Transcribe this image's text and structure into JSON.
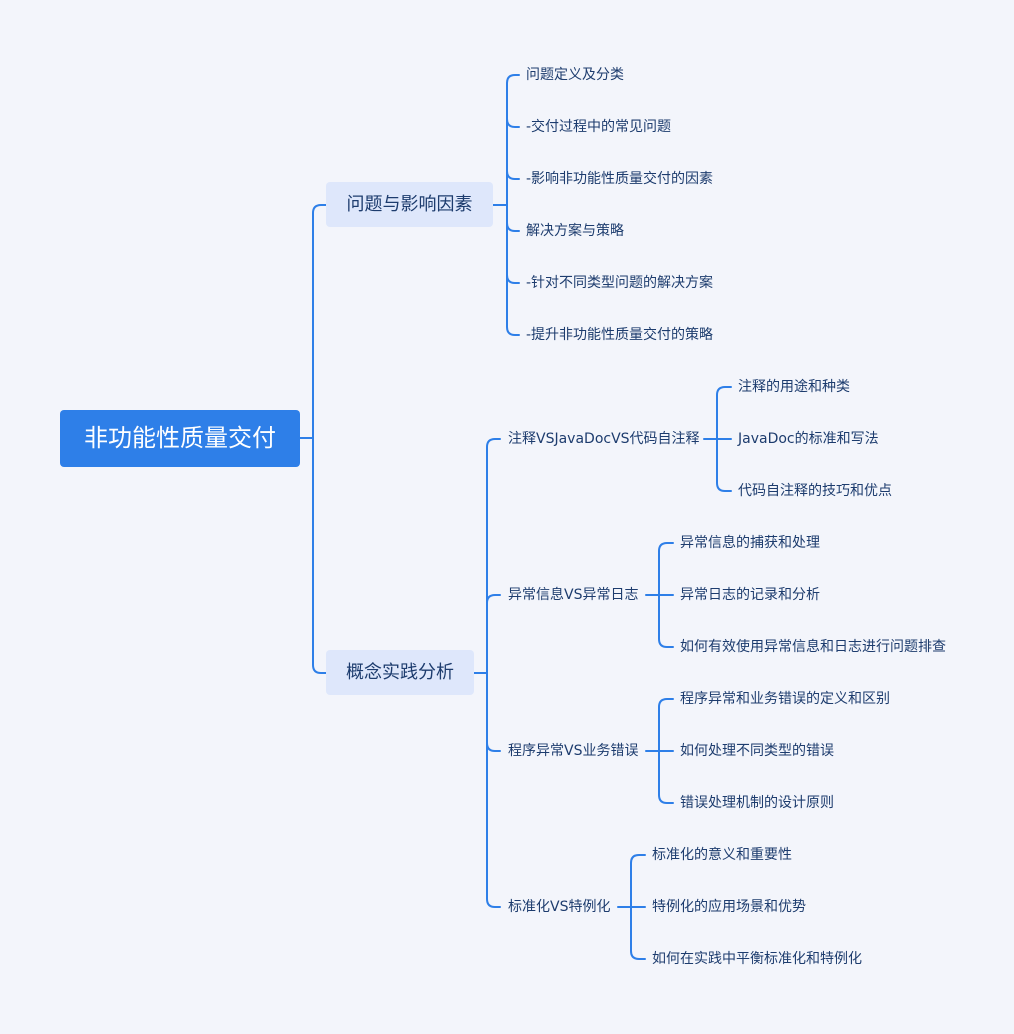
{
  "root": {
    "label": "非功能性质量交付"
  },
  "branch1": {
    "label": "问题与影响因素",
    "items": [
      "问题定义及分类",
      "-交付过程中的常见问题",
      "-影响非功能性质量交付的因素",
      "解决方案与策略",
      "-针对不同类型问题的解决方案",
      "-提升非功能性质量交付的策略"
    ]
  },
  "branch2": {
    "label": "概念实践分析",
    "subs": [
      {
        "label": "注释VSJavaDocVS代码自注释",
        "items": [
          "注释的用途和种类",
          "JavaDoc的标准和写法",
          "代码自注释的技巧和优点"
        ]
      },
      {
        "label": "异常信息VS异常日志",
        "items": [
          "异常信息的捕获和处理",
          "异常日志的记录和分析",
          "如何有效使用异常信息和日志进行问题排查"
        ]
      },
      {
        "label": "程序异常VS业务错误",
        "items": [
          "程序异常和业务错误的定义和区别",
          "如何处理不同类型的错误",
          "错误处理机制的设计原则"
        ]
      },
      {
        "label": "标准化VS特例化",
        "items": [
          "标准化的意义和重要性",
          "特例化的应用场景和优势",
          "如何在实践中平衡标准化和特例化"
        ]
      }
    ]
  },
  "colors": {
    "line": "#2e7fe8",
    "root_fill": "#2e7fe8",
    "branch_fill": "#dee7fb",
    "text": "#1d3c6e",
    "background": "#f3f5fb"
  }
}
